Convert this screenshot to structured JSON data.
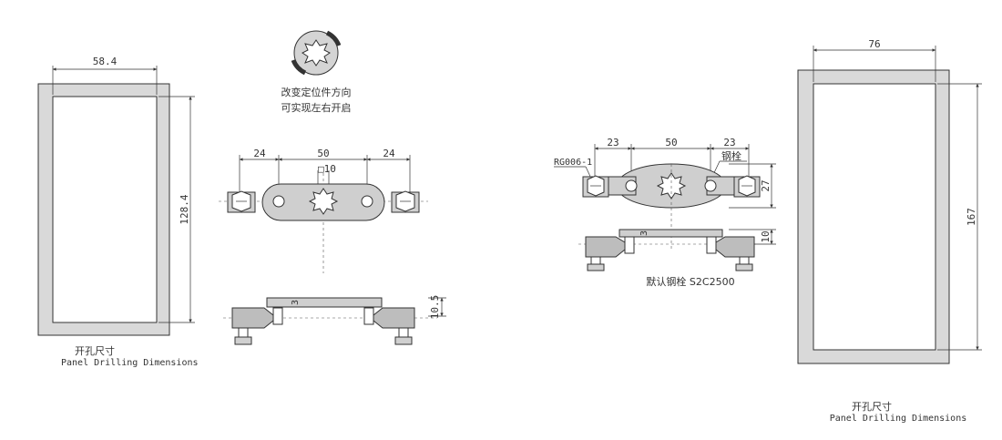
{
  "left_panel": {
    "width_dim": "58.4",
    "height_dim": "128.4",
    "caption_cn": "开孔尺寸",
    "caption_en": "Panel Drilling Dimensions"
  },
  "right_panel": {
    "width_dim": "76",
    "height_dim": "167",
    "caption_cn": "开孔尺寸",
    "caption_en": "Panel Drilling Dimensions"
  },
  "top_note": {
    "line1": "改变定位件方向",
    "line2": "可实现左右开启"
  },
  "latch_center": {
    "dim_left": "24",
    "dim_mid": "50",
    "dim_right": "24",
    "square": "□10",
    "thickness": "3",
    "height": "10.5"
  },
  "latch_right": {
    "part_label": "RG006-1",
    "bolt_label": "钢栓",
    "dim_left": "23",
    "dim_mid": "50",
    "dim_right": "23",
    "height": "27",
    "thickness": "3",
    "side_height": "10",
    "caption": "默认钢栓 S2C2500"
  },
  "colors": {
    "fill": "#d9d9d9",
    "line": "#333333"
  }
}
